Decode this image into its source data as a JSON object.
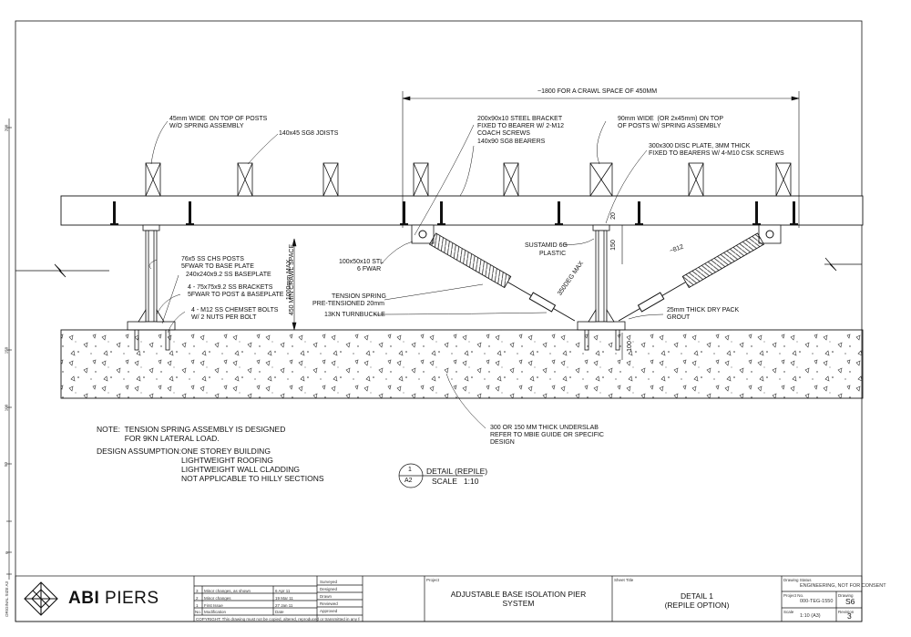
{
  "drawing": {
    "dimension_top": "~1800 FOR A CRAWL SPACE OF 450MM",
    "dimension_812": "~812",
    "dimension_150": "150",
    "dimension_20": "20",
    "dimension_100": "100",
    "dimension_350": "350DEG MAX",
    "crawl_space": [
      "450 MIN CRAWL SPACE",
      "1000mm MAX"
    ],
    "labels": {
      "posts_45": [
        "45mm WIDE  ON TOP OF POSTS",
        "W/O SPRING ASSEMBLY"
      ],
      "joists": "140x45 SG8 JOISTS",
      "bracket": [
        "200x90x10 STEEL BRACKET",
        "FIXED TO BEARER W/ 2-M12",
        "COACH SCREWS",
        "140x90 SG8 BEARERS"
      ],
      "posts_90": [
        "90mm WIDE  (OR 2x45mm) ON TOP",
        "OF POSTS W/ SPRING ASSEMBLY"
      ],
      "disc_plate": [
        "300x300 DISC PLATE, 3MM THICK",
        "FIXED TO BEARERS W/ 4-M10 CSK SCREWS"
      ],
      "chs_posts": [
        "76x5 SS CHS POSTS",
        "5FWAR TO BASE PLATE"
      ],
      "baseplate": "240x240x9.2 SS BASEPLATE",
      "ss_brackets": [
        "4 - 75x75x9.2 SS BRACKETS",
        "5FWAR TO POST & BASEPLATE"
      ],
      "chemset": [
        "4 - M12 SS CHEMSET BOLTS",
        "W/ 2 NUTS PER BOLT"
      ],
      "stl": [
        "100x50x10 STL",
        "6 FWAR"
      ],
      "sustamid": [
        "SUSTAMID 6G",
        "PLASTIC"
      ],
      "tension_spring": [
        "TENSION SPRING",
        "PRE-TENSIONED 20mm"
      ],
      "turnbuckle": "13KN TURNBUCKLE",
      "grout": [
        "25mm THICK DRY PACK",
        "GROUT"
      ],
      "underslab": [
        "300 OR 150 MM THICK UNDERSLAB",
        "REFER TO MBIE GUIDE OR SPECIFIC",
        "DESIGN"
      ]
    },
    "notes": {
      "note": [
        "NOTE:  TENSION SPRING ASSEMBLY IS DESIGNED",
        "             FOR 9KN LATERAL LOAD."
      ],
      "assumption_label": "DESIGN ASSUMPTION:",
      "assumptions": [
        "ONE STOREY BUILDING",
        "LIGHTWEIGHT ROOFING",
        "LIGHTWEIGHT WALL CLADDING",
        "NOT APPLICABLE TO HILLY SECTIONS"
      ]
    },
    "detail_tag": {
      "number": "1",
      "sheet": "A2",
      "title": "DETAIL (REPILE)",
      "scale": "SCALE   1:10"
    },
    "margin_marks": [
      "200",
      "150",
      "100",
      "50",
      "0"
    ]
  },
  "title_block": {
    "logo_bold": "ABI",
    "logo_light": "PIERS",
    "project_label": "Project",
    "project_title": [
      "ADJUSTABLE BASE ISOLATION PIER",
      "SYSTEM"
    ],
    "sheet_title_label": "Sheet Title",
    "sheet_title": [
      "DETAIL 1",
      "(REPILE OPTION)"
    ],
    "status_label": "Drawing Status",
    "status_value": "ENGINEERING, NOT FOR CONSENT",
    "project_no_label": "Project No.",
    "project_no": "000-TEG-1550",
    "drawing_label": "Drawing",
    "drawing_no": "S6",
    "scale_label": "Scale",
    "scale_value": "1:10 (A3)",
    "revision_label": "Revision",
    "revision_value": "3",
    "revisions": [
      {
        "no": "3",
        "desc": "Minor changes, as shown",
        "date": "6 Apr 11"
      },
      {
        "no": "2",
        "desc": "Minor changes",
        "date": "19 Mar 11"
      },
      {
        "no": "1",
        "desc": "First Issue",
        "date": "27 Jan 11"
      },
      {
        "no": "No.",
        "desc": "Modification",
        "date": "Date"
      }
    ],
    "sign_labels": [
      "Surveyed",
      "Designed",
      "Drawn",
      "Reviewed",
      "Approved"
    ],
    "copyright": "COPYRIGHT: This drawing must not be copied, altered, reproduced or transmitted in any form without the written permission of ABI Piers.",
    "side_text": "ORIGINAL SIZE A3"
  },
  "colors": {
    "ink": "#111111",
    "concrete_fill": "#ffffff"
  }
}
